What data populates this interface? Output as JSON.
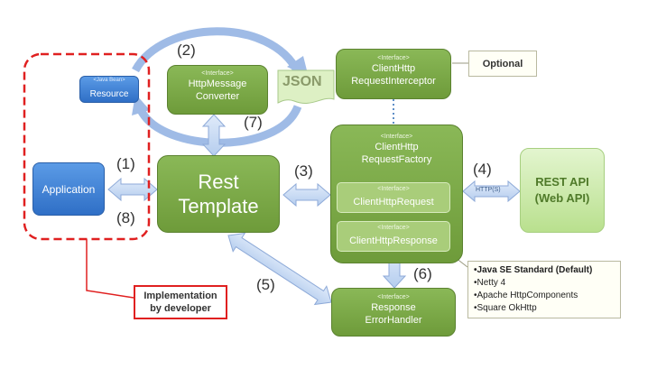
{
  "nodes": {
    "resource": {
      "tag": "<Java Bean>",
      "label": "Resource"
    },
    "application": {
      "label": "Application"
    },
    "message_converter": {
      "tag": "<Interface>",
      "line1": "HttpMessage",
      "line2": "Converter"
    },
    "json": {
      "label": "JSON"
    },
    "interceptor": {
      "tag": "<Interface>",
      "line1": "ClientHttp",
      "line2": "RequestInterceptor"
    },
    "optional": {
      "label": "Optional"
    },
    "rest_template": {
      "line1": "Rest",
      "line2": "Template"
    },
    "request_factory": {
      "tag": "<Interface>",
      "line1": "ClientHttp",
      "line2": "RequestFactory"
    },
    "client_request": {
      "tag": "<Interface>",
      "label": "ClientHttpRequest"
    },
    "client_response": {
      "tag": "<Interface>",
      "label": "ClientHttpResponse"
    },
    "error_handler": {
      "tag": "<Interface>",
      "line1": "Response",
      "line2": "ErrorHandler"
    },
    "rest_api": {
      "line1": "REST API",
      "line2": "(Web API)"
    },
    "http_label": {
      "label": "HTTP(S)"
    },
    "implementation": {
      "line1": "Implementation",
      "line2": "by developer"
    }
  },
  "steps": {
    "s1": "(1)",
    "s2": "(2)",
    "s3": "(3)",
    "s4": "(4)",
    "s5": "(5)",
    "s6": "(6)",
    "s7": "(7)",
    "s8": "(8)"
  },
  "implementations": [
    "Java SE Standard (Default)",
    "Netty 4",
    "Apache HttpComponents",
    "Square OkHttp"
  ],
  "colors": {
    "green": "#7aa847",
    "blue": "#3b7fd6",
    "light_green": "#c8eaa0",
    "red_dashed": "#e02020",
    "arrow_fill": "#c6d8f2"
  }
}
